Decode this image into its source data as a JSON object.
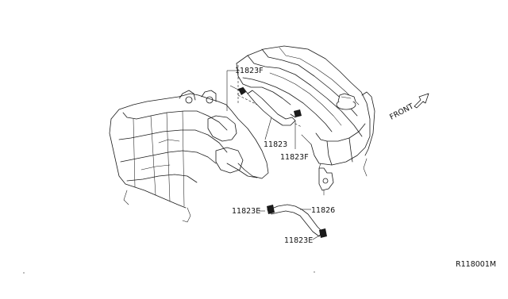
{
  "labels": {
    "front": "FRONT",
    "part_11823f_top": "11823F",
    "part_11823": "11823",
    "part_11823f_mid": "11823F",
    "part_11826": "11826",
    "part_11823e_left": "11823E",
    "part_11823e_bottom": "11823E",
    "diagram_code": "R118001M"
  }
}
